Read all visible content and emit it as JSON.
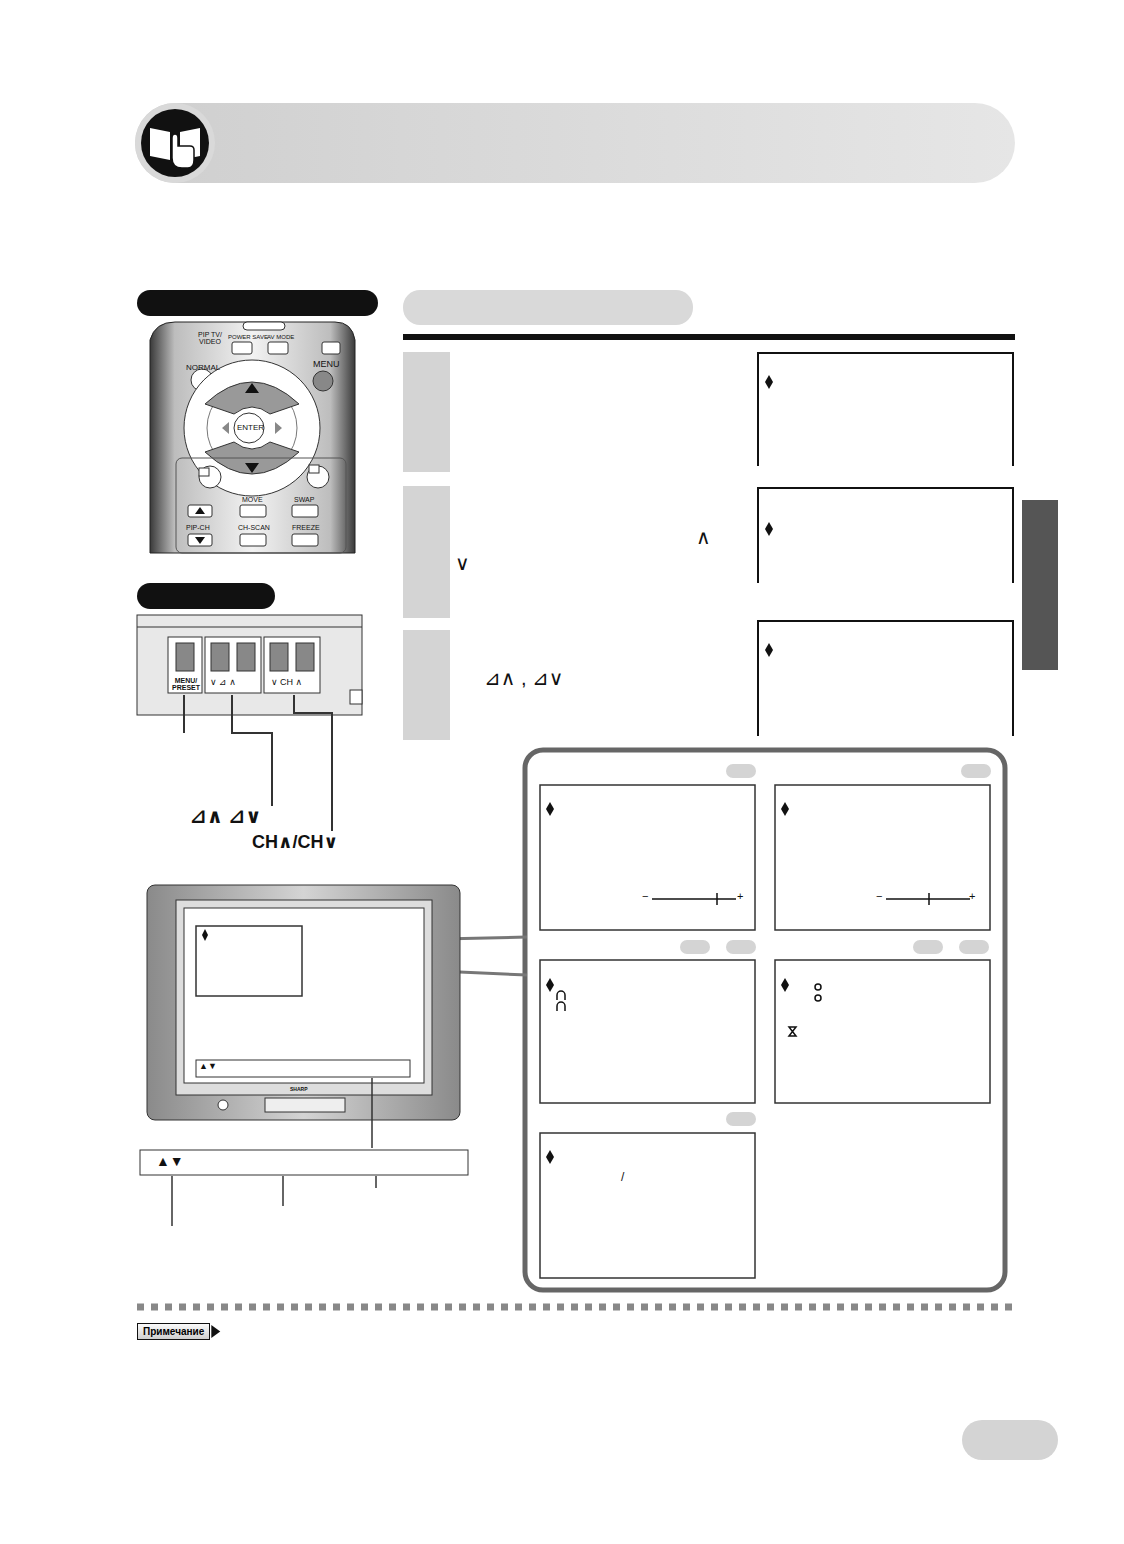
{
  "diagram": {
    "nodes": [
      {
        "text": [
          "Примечание"
        ]
      }
    ],
    "labels": [
      "PIP TV/ VIDEO",
      "POWER SAVE",
      "AV MODE",
      "NORMAL",
      "MENU",
      "ENTER",
      "MOVE",
      "SWAP",
      "PIP-CH",
      "CH-SCAN",
      "FREEZE",
      "MENU/ PRESET",
      "∨ ⊿ ∧",
      "∨ CH ∧",
      "⊿∧ ⊿∨",
      "CH∧/CH∨",
      "∧",
      "∨",
      "⊿∧ , ⊿∨",
      "▲▼",
      "▲▼",
      "/",
      "SHARP",
      "−",
      "+",
      "−",
      "+"
    ]
  }
}
